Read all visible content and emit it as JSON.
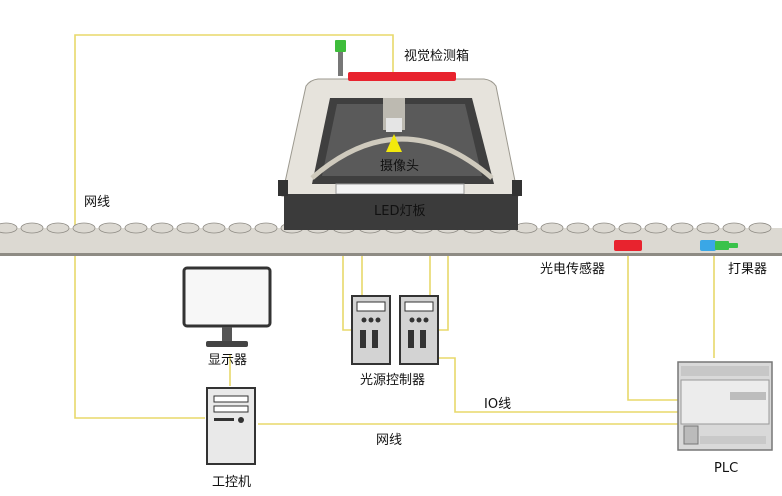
{
  "labels": {
    "vision_box": "视觉检测箱",
    "camera": "摄像头",
    "led_board": "LED灯板",
    "network_cable_left": "网线",
    "photo_sensor": "光电传感器",
    "marker": "打果器",
    "monitor": "显示器",
    "light_controller": "光源控制器",
    "io_cable": "IO线",
    "network_cable_bottom": "网线",
    "industrial_pc": "工控机",
    "plc": "PLC"
  },
  "colors": {
    "cable": "#e8d96a",
    "conveyor": "#dcd9d2",
    "conveyor_edge": "#8e8b84",
    "housing": "#e6e3dc",
    "housing_dark": "#3f3f3f",
    "device_gray": "#d9d9d9",
    "sensor_red": "#e8232e",
    "marker_blue": "#3aa7e6",
    "marker_green": "#39c24a",
    "signal_green": "#3ebd3b",
    "camera_light": "#f3e90c"
  }
}
